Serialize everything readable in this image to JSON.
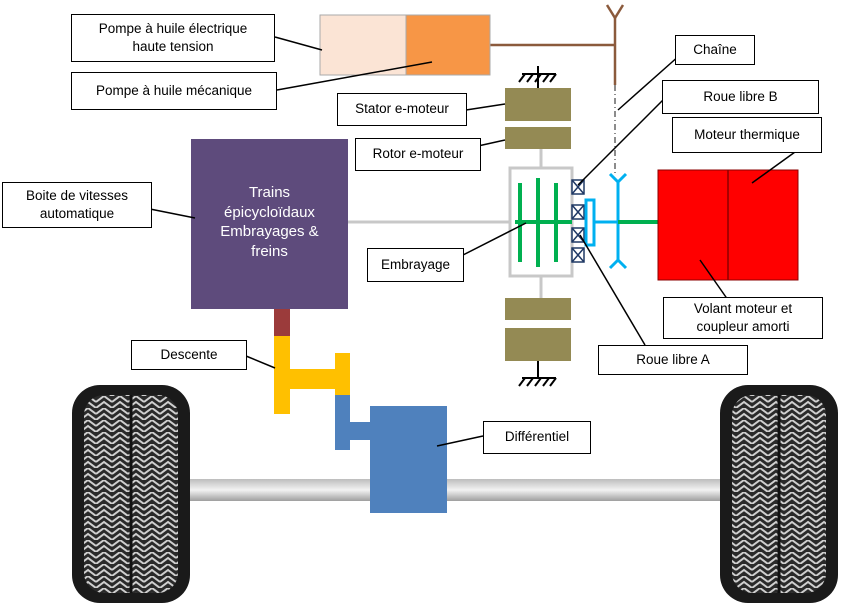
{
  "labels": {
    "electric_pump": "Pompe à huile électrique\nhaute tension",
    "mechanical_pump": "Pompe à huile mécanique",
    "stator": "Stator e-moteur",
    "rotor": "Rotor e-moteur",
    "chain": "Chaîne",
    "freewheel_b": "Roue libre B",
    "thermal_engine": "Moteur thermique",
    "gearbox": "Boite de vitesses\nautomatique",
    "clutch": "Embrayage",
    "flywheel": "Volant moteur et\ncoupleur amorti",
    "freewheel_a": "Roue libre A",
    "descent": "Descente",
    "differential": "Différentiel"
  },
  "gearbox_inner_text": "Trains\népicycloïdaux\nEmbrayages &\nfreins",
  "colors": {
    "gearbox": "#5e4b7c",
    "electric_pump": "#fbe4d5",
    "mechanical_pump": "#f79646",
    "motor": "#948a54",
    "engine": "#ff0000",
    "descent": "#ffc000",
    "differential": "#4f81bd",
    "clutch": "#00b050",
    "freewheel_hub": "#00b0f0",
    "hub_dark": "#9b3b3b",
    "shaft": "#c8c8c8",
    "pump_link": "#8b5a3c"
  }
}
